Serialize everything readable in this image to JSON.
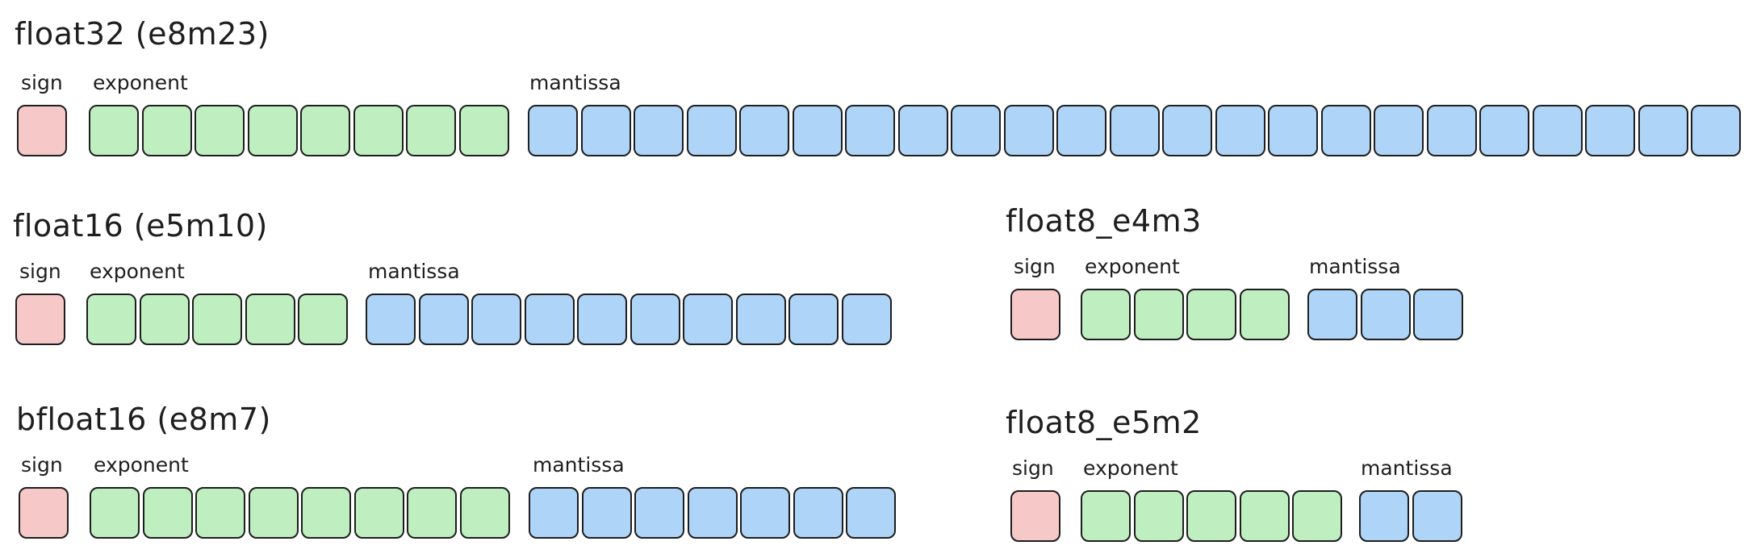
{
  "formats": {
    "float32": {
      "title": "float32 (e8m23)",
      "sign_label": "sign",
      "exponent_label": "exponent",
      "mantissa_label": "mantissa",
      "sign_bits": 1,
      "exponent_bits": 8,
      "mantissa_bits": 23
    },
    "float16": {
      "title": "float16 (e5m10)",
      "sign_label": "sign",
      "exponent_label": "exponent",
      "mantissa_label": "mantissa",
      "sign_bits": 1,
      "exponent_bits": 5,
      "mantissa_bits": 10
    },
    "bfloat16": {
      "title": "bfloat16 (e8m7)",
      "sign_label": "sign",
      "exponent_label": "exponent",
      "mantissa_label": "mantissa",
      "sign_bits": 1,
      "exponent_bits": 8,
      "mantissa_bits": 7
    },
    "float8_e4m3": {
      "title": "float8_e4m3",
      "sign_label": "sign",
      "exponent_label": "exponent",
      "mantissa_label": "mantissa",
      "sign_bits": 1,
      "exponent_bits": 4,
      "mantissa_bits": 3
    },
    "float8_e5m2": {
      "title": "float8_e5m2",
      "sign_label": "sign",
      "exponent_label": "exponent",
      "mantissa_label": "mantissa",
      "sign_bits": 1,
      "exponent_bits": 5,
      "mantissa_bits": 2
    }
  },
  "colors": {
    "sign": "#f7c8c8",
    "exponent": "#bfefc0",
    "mantissa": "#aed4f8",
    "outline": "#1e1e1e"
  }
}
